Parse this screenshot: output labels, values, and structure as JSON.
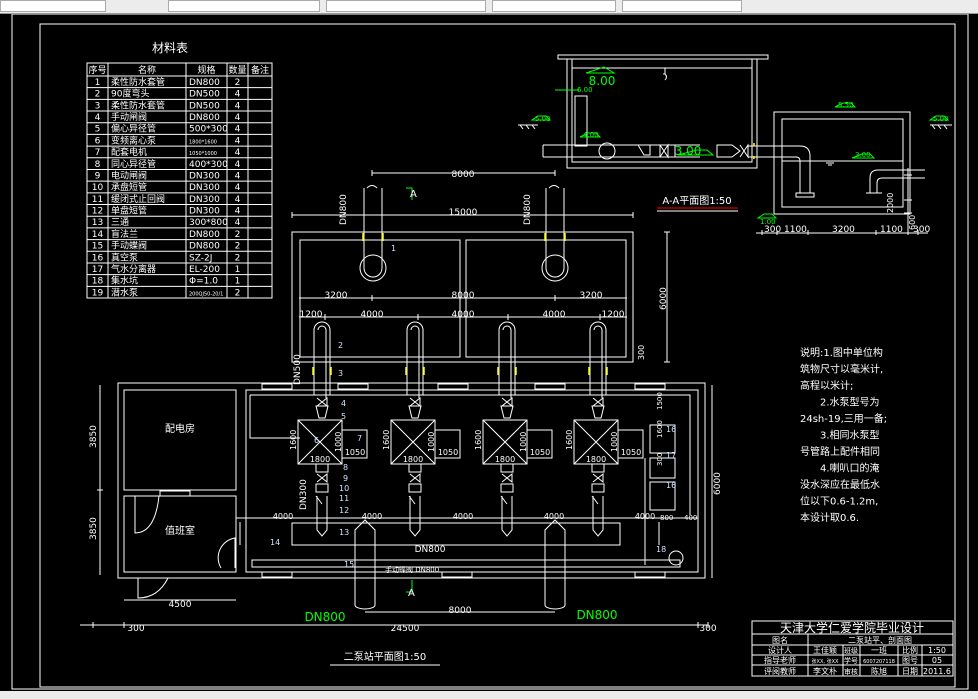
{
  "colors": {
    "background": "#000000",
    "lines": "#ffffff",
    "elevation": "#00ff00",
    "flange": "#ffff00",
    "title_underline": "#ff0000"
  },
  "materials": {
    "title": "材料表",
    "headers": [
      "序号",
      "名称",
      "规格",
      "数量",
      "备注"
    ],
    "rows": [
      [
        "1",
        "柔性防水套管",
        "DN800",
        "2",
        ""
      ],
      [
        "2",
        "90度弯头",
        "DN500",
        "4",
        ""
      ],
      [
        "3",
        "柔性防水套管",
        "DN500",
        "4",
        ""
      ],
      [
        "4",
        "手动闸阀",
        "DN800",
        "4",
        ""
      ],
      [
        "5",
        "偏心异径管",
        "500*300",
        "4",
        ""
      ],
      [
        "6",
        "变频离心泵",
        "1800*1600",
        "4",
        ""
      ],
      [
        "7",
        "配套电机",
        "1050*1000",
        "4",
        ""
      ],
      [
        "8",
        "同心异径管",
        "400*300",
        "4",
        ""
      ],
      [
        "9",
        "电动闸阀",
        "DN300",
        "4",
        ""
      ],
      [
        "10",
        "承盘短管",
        "DN300",
        "4",
        ""
      ],
      [
        "11",
        "缓闭式止回阀",
        "DN300",
        "4",
        ""
      ],
      [
        "12",
        "单盘短管",
        "DN300",
        "4",
        ""
      ],
      [
        "13",
        "三通",
        "300*800",
        "4",
        ""
      ],
      [
        "14",
        "盲法兰",
        "DN800",
        "2",
        ""
      ],
      [
        "15",
        "手动蝶阀",
        "DN800",
        "2",
        ""
      ],
      [
        "16",
        "真空泵",
        "SZ-2J",
        "2",
        ""
      ],
      [
        "17",
        "气水分离器",
        "EL-200",
        "1",
        ""
      ],
      [
        "18",
        "集水坑",
        "Φ=1.0",
        "1",
        ""
      ],
      [
        "19",
        "潜水泵",
        "200QJ50-20/1",
        "2",
        ""
      ]
    ]
  },
  "plan": {
    "title": "二泵站平面图1:50",
    "rooms": {
      "power": "配电房",
      "duty": "值班室"
    },
    "section_mark": "A",
    "dims": {
      "d8000_top": "8000",
      "d15000": "15000",
      "d3200_l": "3200",
      "d8000_mid": "8000",
      "d3200_r": "3200",
      "d1200_l": "1200",
      "d4000_a": "4000",
      "d4000_b": "4000",
      "d4000_c": "4000",
      "d1200_r": "1200",
      "d6000_well": "6000",
      "d300_well": "300",
      "d3850_a": "3850",
      "d3850_b": "3850",
      "d4500": "4500",
      "d300_l": "300",
      "d24500": "24500",
      "d300_r": "300",
      "d8000_out": "8000",
      "d6000_bldg": "6000",
      "header": [
        "4000",
        "4000",
        "4000",
        "4000",
        "4000"
      ],
      "v1500": "1500",
      "v1600": "1600",
      "v800": "800",
      "v400": "400",
      "v300": "300"
    },
    "pump_dims": {
      "depth": "1600",
      "motor": "1000",
      "width": "1800",
      "motor_box": "1050"
    },
    "pipes": {
      "intake_l": "DN800",
      "intake_r": "DN800",
      "suction": "DN500",
      "discharge": "DN300",
      "header": "DN800",
      "valve": "手动蝶阀 DN800",
      "out_l": "DN800",
      "out_r": "DN800"
    },
    "callouts": [
      "1",
      "2",
      "3",
      "4",
      "5",
      "6",
      "7",
      "8",
      "9",
      "10",
      "11",
      "12",
      "13",
      "14",
      "15",
      "16",
      "17",
      "16",
      "18"
    ]
  },
  "section": {
    "title": "A-A平面图1:50",
    "elevations": {
      "roof": "8.00",
      "crane": "6.00",
      "ground_l": "5.00",
      "floor": "4.00",
      "pump_axis": "3.00",
      "tank_top": "5.50",
      "ground_r": "5.00",
      "water": "3.00",
      "tank_bottom": "1.00"
    },
    "dims": [
      "300",
      "1100",
      "3200",
      "1100",
      "300"
    ],
    "vdims": {
      "d2000": "2000",
      "d600": "600"
    }
  },
  "notes": [
    "说明:1.图中单位构",
    "筑物尺寸以毫米计,",
    "高程以米计;",
    "　　2.水泵型号为",
    "24sh-19,三用一备;",
    "　　3.相同水泵型",
    "号管路上配件相同",
    "　　4.喇叭口的淹",
    "没水深应在最低水",
    "位以下0.6-1.2m,",
    "本设计取0.6."
  ],
  "title_block": {
    "school": "天津大学仁爱学院毕业设计",
    "drawing_name_label": "图名",
    "drawing_name": "二泵站平、剖面图",
    "designer_label": "设计人",
    "designer": "王佳颖",
    "class_label": "班级",
    "class": "一班",
    "scale_label": "比例",
    "scale": "1:50",
    "advisor_label": "指导老师",
    "advisor": "张XX, 张XX",
    "student_id_label": "学号",
    "student_id": "6007207118",
    "drawing_no_label": "图号",
    "drawing_no": "05",
    "reviewer_label": "评阅教师",
    "reviewer": "李文朴",
    "checker_label": "审核",
    "checker": "陈旭",
    "date_label": "日期",
    "date": "2011.6"
  }
}
